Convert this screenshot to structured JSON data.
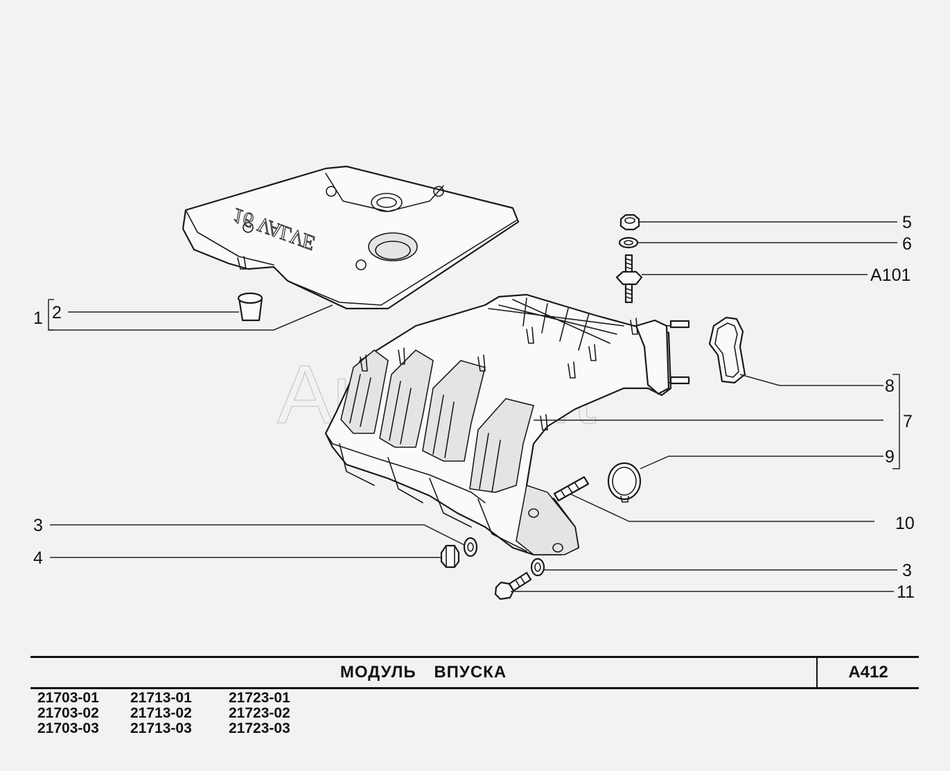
{
  "watermark": "AutoSoft",
  "cover_emboss": "16 VALVE",
  "callouts": {
    "c1": "1",
    "c2": "2",
    "c3_left": "3",
    "c4": "4",
    "c5": "5",
    "c6": "6",
    "ca101": "A101",
    "c8": "8",
    "c7": "7",
    "c9": "9",
    "c10": "10",
    "c3_right": "3",
    "c11": "11"
  },
  "title_block": {
    "title": "МОДУЛЬ   ВПУСКА",
    "code": "A412",
    "models": [
      "21703-01",
      "21713-01",
      "21723-01",
      "21703-02",
      "21713-02",
      "21723-02",
      "21703-03",
      "21713-03",
      "21723-03"
    ]
  }
}
